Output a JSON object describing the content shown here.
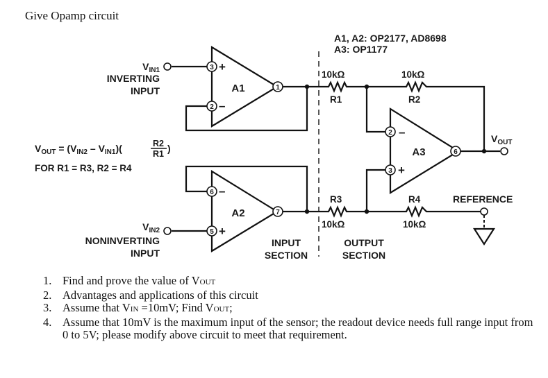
{
  "title": "Give Opamp circuit",
  "diagram": {
    "part_note_line1": "A1, A2: OP2177, AD8698",
    "part_note_line2": "A3: OP1177",
    "vin1": {
      "main": "V",
      "sub": "IN1",
      "line1": "INVERTING",
      "line2": "INPUT"
    },
    "vin2": {
      "main": "V",
      "sub": "IN2",
      "line1": "NONINVERTING",
      "line2": "INPUT"
    },
    "vout": {
      "main": "V",
      "sub": "OUT"
    },
    "amplifiers": [
      {
        "name": "A1",
        "pin_plus": "3",
        "pin_minus": "2",
        "pin_out": "1"
      },
      {
        "name": "A2",
        "pin_plus": "5",
        "pin_minus": "6",
        "pin_out": "7"
      },
      {
        "name": "A3",
        "pin_plus": "3",
        "pin_minus": "2",
        "pin_out": "6"
      }
    ],
    "resistors": [
      {
        "name": "R1",
        "value": "10kΩ"
      },
      {
        "name": "R2",
        "value": "10kΩ"
      },
      {
        "name": "R3",
        "value": "10kΩ"
      },
      {
        "name": "R4",
        "value": "10kΩ"
      }
    ],
    "reference_label": "REFERENCE",
    "input_section": [
      "INPUT",
      "SECTION"
    ],
    "output_section": [
      "OUTPUT",
      "SECTION"
    ],
    "formula": {
      "lhs_main": "V",
      "lhs_sub": "OUT",
      "eq": " = (",
      "a_main": "V",
      "a_sub": "IN2",
      "minus": " – ",
      "b_main": "V",
      "b_sub": "IN1",
      "close": ")(",
      "num": "R2",
      "den": "R1",
      "end": ")",
      "condition": "FOR R1 = R3, R2 = R4"
    }
  },
  "questions": [
    {
      "num": "1.",
      "text": "Find and prove the value of V",
      "sub": "OUT",
      "tail": ""
    },
    {
      "num": "2.",
      "text": "Advantages and applications of this circuit",
      "sub": "",
      "tail": ""
    },
    {
      "num": "3.",
      "text": "Assume that V",
      "sub": "IN",
      "tail": " =10mV; Find V",
      "sub2": "OUT",
      "tail2": ";"
    },
    {
      "num": "4.",
      "text": "Assume that 10mV is the maximum input of the sensor; the readout device needs full range input from 0 to 5V; please modify above circuit to meet that requirement.",
      "sub": "",
      "tail": ""
    }
  ]
}
